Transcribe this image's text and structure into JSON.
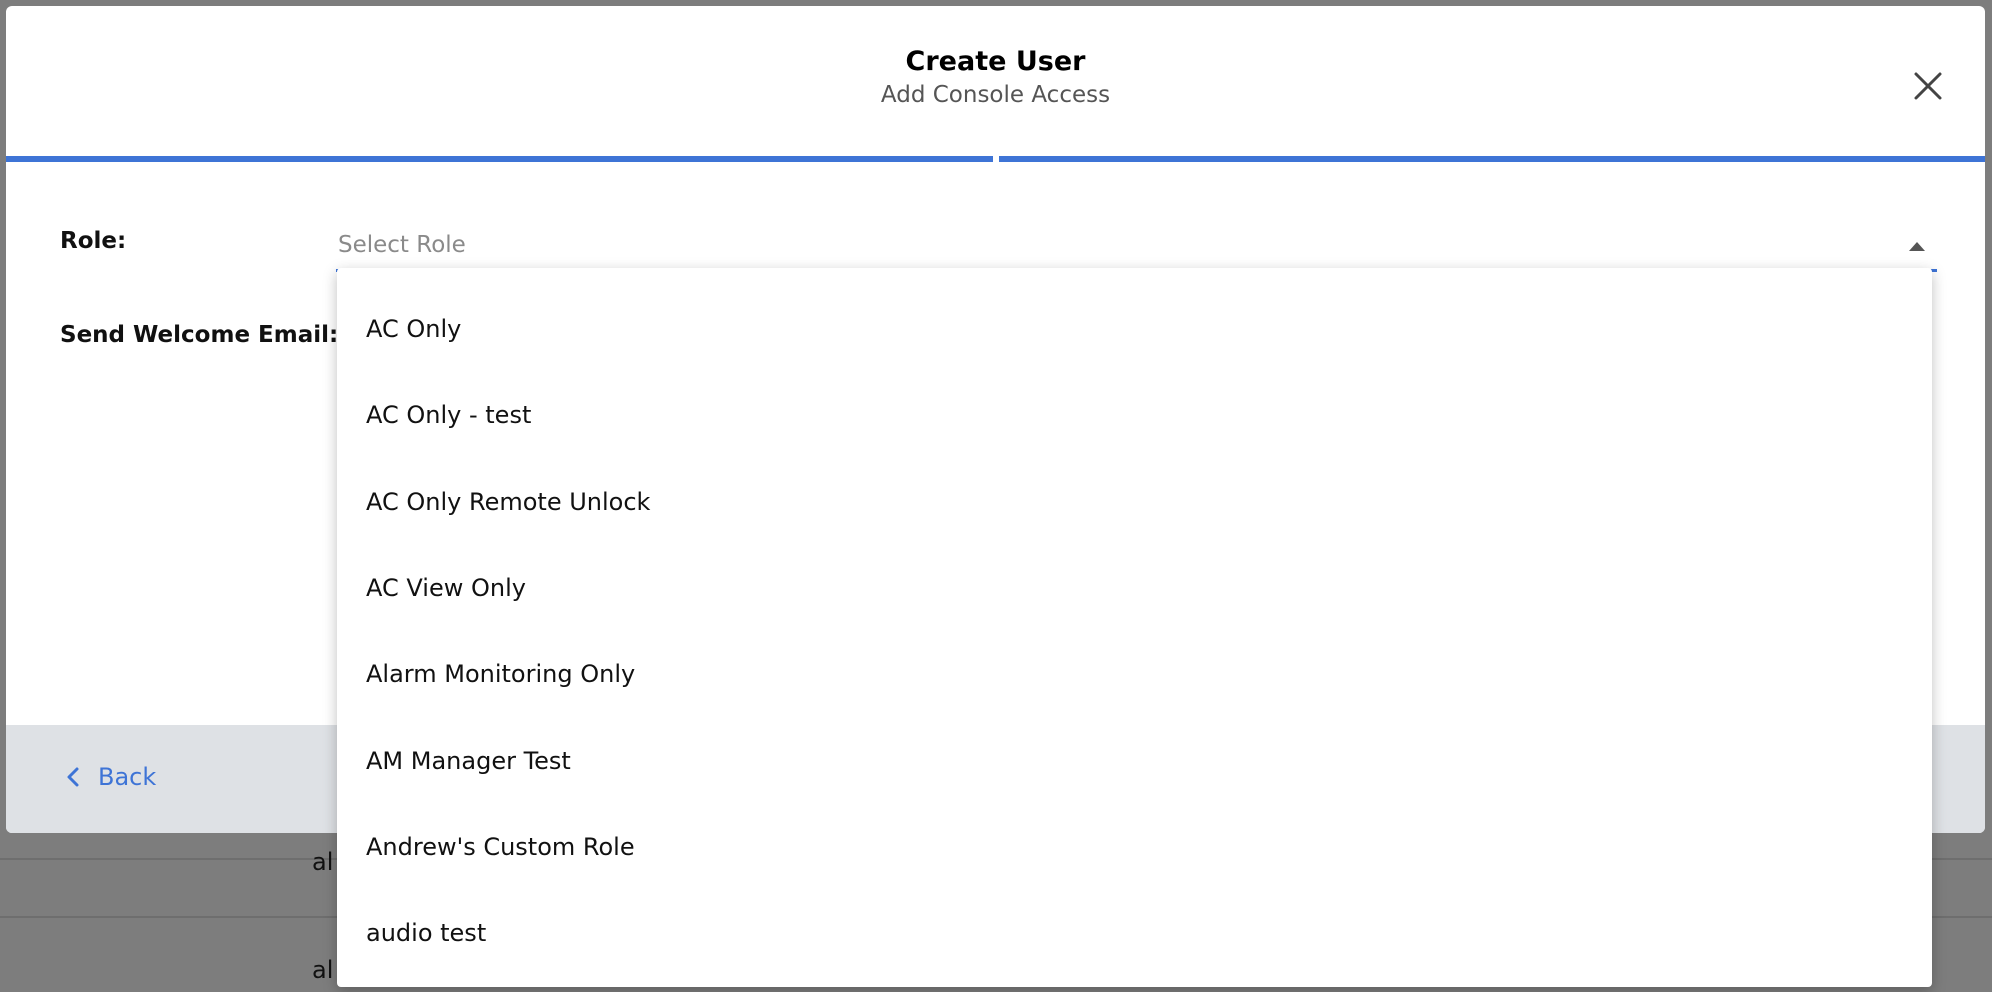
{
  "background": {
    "cells": [
      "al",
      "al"
    ]
  },
  "modal": {
    "title": "Create User",
    "subtitle": "Add Console Access",
    "close_icon": "close-icon",
    "accent_color": "#3e74d6"
  },
  "form": {
    "role_label": "Role:",
    "role_placeholder": "Select Role",
    "welcome_email_label": "Send Welcome Email:"
  },
  "footer": {
    "back_label": "Back",
    "back_icon": "chevron-left-icon"
  },
  "dropdown": {
    "options": [
      "AC Only",
      "AC Only - test",
      "AC Only Remote Unlock",
      "AC View Only",
      "Alarm Monitoring Only",
      "AM Manager Test",
      "Andrew's Custom Role",
      "audio test"
    ]
  }
}
